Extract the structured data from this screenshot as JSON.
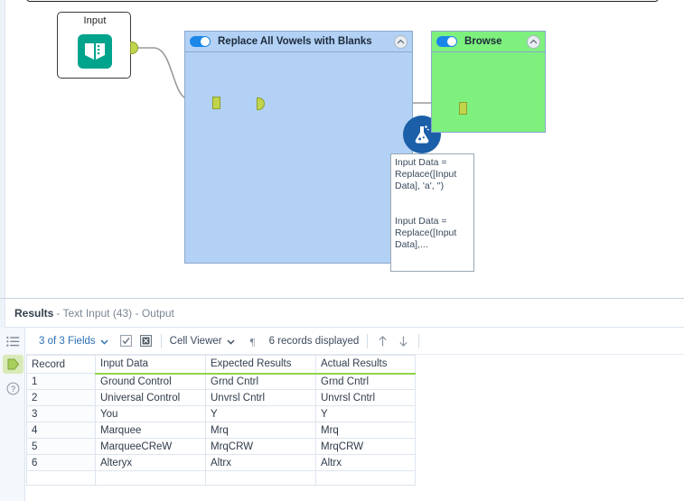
{
  "canvas": {
    "input_node": {
      "label": "Input",
      "icon": "text-input-book-icon",
      "output_anchor": "output-anchor"
    },
    "containers": [
      {
        "id": "replace",
        "title": "Replace All Vowels with Blanks",
        "toggle_state": "on",
        "collapse_icon": "chevron-up-icon",
        "body_color": "#b2d1f5",
        "tool": {
          "name": "formula-tool",
          "icon": "flask-icon",
          "input_anchor": "input-anchor",
          "output_anchor": "output-anchor"
        },
        "annotation": "Input Data =\nReplace([Input\nData], 'a', '')\n\n\nInput Data =\nReplace([Input\nData],..."
      },
      {
        "id": "browse",
        "title": "Browse",
        "toggle_state": "on",
        "collapse_icon": "chevron-up-icon",
        "body_color": "#7ef07e",
        "tool": {
          "name": "browse-tool",
          "icon": "binoculars-icon",
          "input_anchor": "input-anchor"
        }
      }
    ]
  },
  "results": {
    "header": {
      "title_strong": "Results",
      "title_rest": "- Text Input (43) - Output"
    },
    "icon_strip": [
      {
        "name": "fields-list-icon",
        "glyph": "list"
      },
      {
        "name": "output-anchor-icon",
        "glyph": "anchor"
      },
      {
        "name": "help-icon",
        "glyph": "question"
      }
    ],
    "toolbar": {
      "fields_label": "3 of 3 Fields",
      "select_all_icon": "checkbox-checked-icon",
      "deselect_all_icon": "checkbox-x-icon",
      "viewer_label": "Cell Viewer",
      "pilcrow_icon": "pilcrow-icon",
      "records_label": "6 records displayed",
      "prev_icon": "arrow-up-icon",
      "next_icon": "arrow-down-icon"
    },
    "table": {
      "columns": [
        "Record",
        "Input Data",
        "Expected Results",
        "Actual Results"
      ],
      "rows": [
        [
          "1",
          "Ground Control",
          "Grnd Cntrl",
          "Grnd Cntrl"
        ],
        [
          "2",
          "Universal Control",
          "Unvrsl Cntrl",
          "Unvrsl Cntrl"
        ],
        [
          "3",
          "You",
          "Y",
          "Y"
        ],
        [
          "4",
          "Marquee",
          "Mrq",
          "Mrq"
        ],
        [
          "5",
          "MarqueeCReW",
          "MrqCRW",
          "MrqCRW"
        ],
        [
          "6",
          "Alteryx",
          "Altrx",
          "Altrx"
        ]
      ]
    }
  },
  "colors": {
    "accent_blue": "#1a86e8",
    "container_blue": "#b2d1f5",
    "container_green": "#7ef07e",
    "tool_teal": "#00a38c",
    "formula_blue": "#1a5fa8",
    "anchor_green": "#c2d44b",
    "header_green_underline": "#8fd44a",
    "link_blue": "#2a6fb5"
  }
}
